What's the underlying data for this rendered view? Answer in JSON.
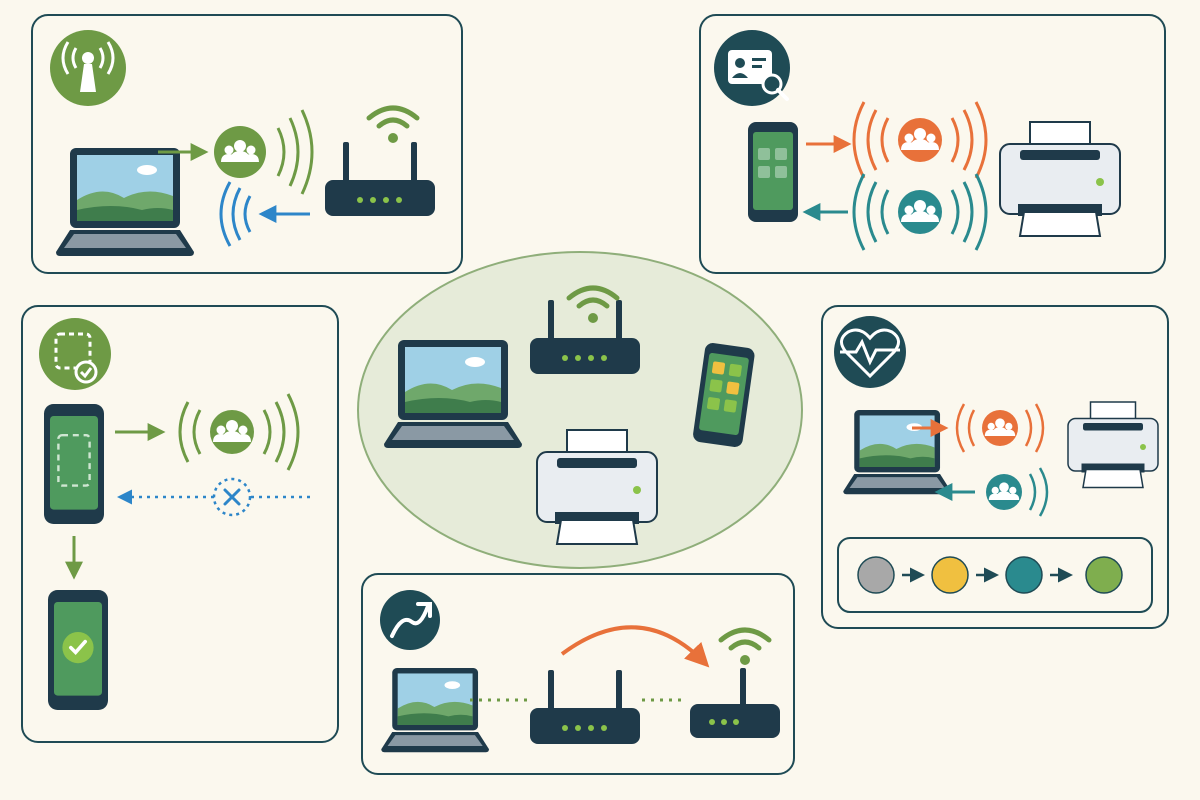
{
  "colors": {
    "background": "#fbf8ee",
    "panel_border": "#1f4b55",
    "green": "#6e9a45",
    "orange": "#e8713a",
    "teal": "#2a8a8e",
    "blue": "#2d86c9",
    "device_dark": "#1f3a4a",
    "screen_green": "#3f8a5a",
    "gray": "#a8a8a8",
    "yellow": "#f0c040",
    "hub_fill": "#e6ebd9"
  },
  "panels": [
    {
      "name": "access-point-panel",
      "badge_icon": "broadcast-tower-icon"
    },
    {
      "name": "device-discovery-panel",
      "badge_icon": "id-card-search-icon"
    },
    {
      "name": "onboarding-panel",
      "badge_icon": "device-verify-icon"
    },
    {
      "name": "health-monitor-panel",
      "badge_icon": "heartbeat-icon"
    },
    {
      "name": "roaming-panel",
      "badge_icon": "trend-arrow-icon"
    }
  ],
  "hub": {
    "name": "home-network-hub",
    "devices": [
      "laptop-icon",
      "router-icon",
      "smartphone-icon",
      "printer-icon"
    ]
  },
  "status_sequence": {
    "steps": [
      "gray",
      "yellow",
      "teal",
      "green"
    ]
  }
}
